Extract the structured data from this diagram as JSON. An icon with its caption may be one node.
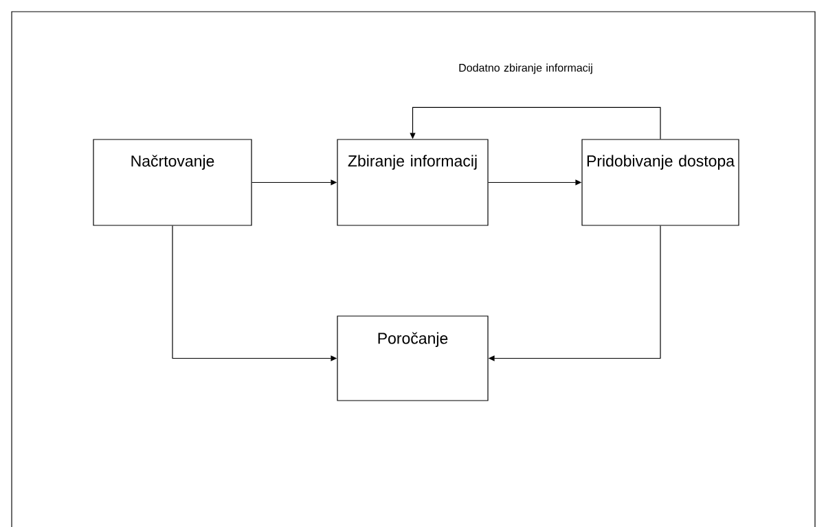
{
  "diagram": {
    "nodes": [
      {
        "text": [
          "Načrtovanje"
        ]
      },
      {
        "text": [
          "Zbiranje informacij"
        ]
      },
      {
        "text": [
          "Pridobivanje dostopa"
        ]
      },
      {
        "text": [
          "Poročanje"
        ]
      }
    ],
    "edges": [
      {
        "from": 0,
        "to": 1,
        "arrow": "to"
      },
      {
        "from": 1,
        "to": 2,
        "arrow": "to"
      },
      {
        "from": 2,
        "to": 1,
        "arrow": "to",
        "label": "Dodatno zbiranje informacij"
      },
      {
        "from": 0,
        "to": 3,
        "arrow": "to"
      },
      {
        "from": 2,
        "to": 3,
        "arrow": "to"
      }
    ]
  }
}
